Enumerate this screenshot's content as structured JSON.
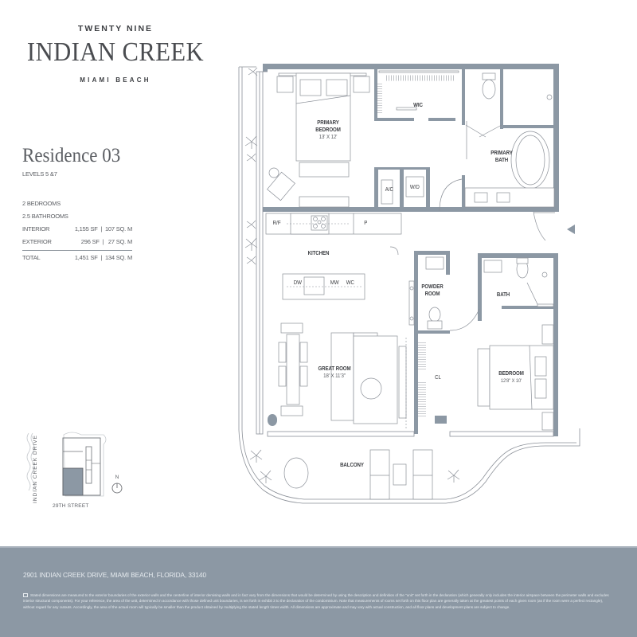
{
  "brand": {
    "top": "TWENTY NINE",
    "main": "INDIAN CREEK",
    "sub": "MIAMI BEACH"
  },
  "residence": {
    "title": "Residence 03",
    "levels": "LEVELS 5 &7"
  },
  "specs": {
    "bedrooms": "2 BEDROOMS",
    "bathrooms": "2.5 BATHROOMS",
    "rows": [
      {
        "label": "INTERIOR",
        "value": "1,155 SF  |  107 SQ. M"
      },
      {
        "label": "EXTERIOR",
        "value": "296 SF  |   27 SQ. M"
      }
    ],
    "total": {
      "label": "TOTAL",
      "value": "1,451 SF  |  134 SQ. M"
    }
  },
  "keyplan": {
    "street_vertical": "INDIAN CREEK DRIVE",
    "street_horizontal": "29TH STREET",
    "north": "N",
    "highlight_color": "#8c98a4"
  },
  "floorplan": {
    "wall_color": "#8c98a4",
    "rooms": {
      "primary_bedroom": {
        "name_1": "PRIMARY",
        "name_2": "BEDROOM",
        "dim": "13' X 12'"
      },
      "wic": {
        "name": "WIC"
      },
      "primary_bath": {
        "name_1": "PRIMARY",
        "name_2": "BATH"
      },
      "kitchen": {
        "name": "KITCHEN"
      },
      "powder_room": {
        "name_1": "POWDER",
        "name_2": "ROOM"
      },
      "bath": {
        "name": "BATH"
      },
      "great_room": {
        "name": "GREAT ROOM",
        "dim": "18' X 11'3\""
      },
      "bedroom": {
        "name": "BEDROOM",
        "dim": "12'8\" X 10'"
      },
      "closet": {
        "name": "CL"
      },
      "balcony": {
        "name": "BALCONY"
      }
    },
    "fixtures": {
      "ac": "A/C",
      "wd": "W/D",
      "rf": "R/F",
      "pantry": "P",
      "dw": "DW",
      "mw": "MW",
      "wc": "WC"
    }
  },
  "footer": {
    "address": "2901 INDIAN CREEK DRIVE, MIAMI BEACH, FLORIDA, 33140",
    "disclaimer": "Stated dimensions are measured to the exterior boundaries of the exterior walls and the centerline of interior demising walls and in fact vary from the dimensions that would be determined by using the description and definition of the \"unit\" set forth in the declaration (which generally only includes the interior airspace between the perimeter walls and excludes interior structural components). For your reference, the area of the unit, determined in accordance with those defined unit boundaries, is set forth in exhibit 3 to the declaration of the condominium. Note that measurements of rooms set forth on this floor plan are generally taken at the greatest points of each given room (as if the room were a perfect rectangle), without regard for any cutouts. Accordingly, the area of the actual room will typically be smaller than the product obtained by multiplying the stated length times width. All dimensions are approximate and may vary with actual construction, and all floor plans and development plans are subject to change."
  }
}
